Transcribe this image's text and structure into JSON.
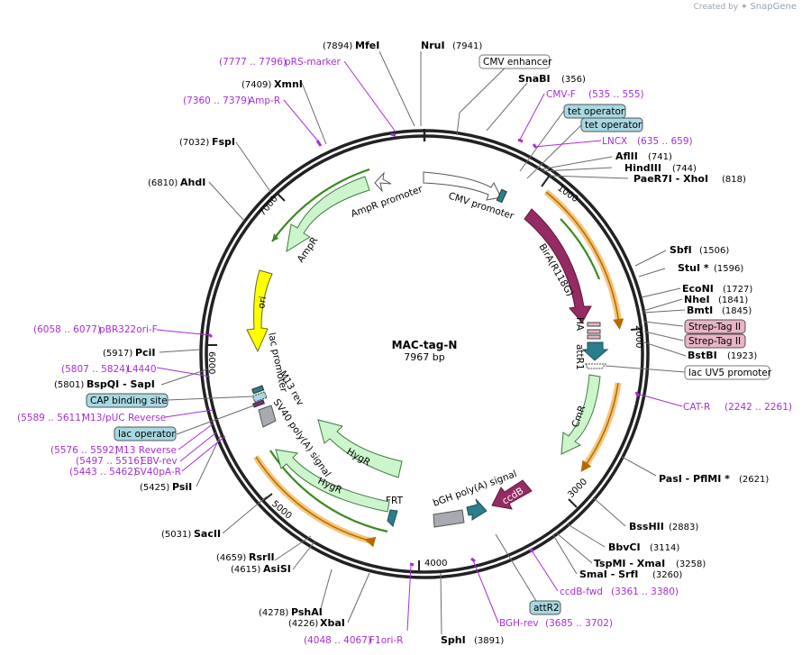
{
  "credit": {
    "text": "Created by",
    "brand": "SnapGene"
  },
  "plasmid": {
    "name": "MAC-tag-N",
    "length_label": "7967 bp",
    "length": 7967
  },
  "colors": {
    "backbone": "#222222",
    "primer": "#a62fd6",
    "green_feature": "#ccf5cc",
    "yellow_feature": "#ffff00",
    "maroon_feature": "#962a63",
    "teal_feature": "#2b7e8c",
    "grey_feature": "#a7aab0",
    "orange_track": "#f6c57a",
    "green_track": "#3a8a1f",
    "box_blue": "#a8d8e2",
    "box_pink": "#e8b4c6"
  },
  "scale_ticks": [
    "1000",
    "2000",
    "3000",
    "4000",
    "5000",
    "6000",
    "7000"
  ],
  "enzymes": [
    {
      "name": "MfeI",
      "pos": "(7894)",
      "side": "left"
    },
    {
      "name": "NruI",
      "pos": "(7941)",
      "side": "right"
    },
    {
      "name": "SnaBI",
      "pos": "(356)",
      "side": "right"
    },
    {
      "name": "AflII",
      "pos": "(741)",
      "side": "right"
    },
    {
      "name": "HindIII",
      "pos": "(744)",
      "side": "right"
    },
    {
      "name": "PaeR7I  - XhoI",
      "pos": "(818)",
      "side": "right"
    },
    {
      "name": "SbfI",
      "pos": "(1506)",
      "side": "right"
    },
    {
      "name": "StuI *",
      "pos": "(1596)",
      "side": "right"
    },
    {
      "name": "EcoNI",
      "pos": "(1727)",
      "side": "right"
    },
    {
      "name": "NheI",
      "pos": "(1841)",
      "side": "right"
    },
    {
      "name": "BmtI",
      "pos": "(1845)",
      "side": "right"
    },
    {
      "name": "BstBI",
      "pos": "(1923)",
      "side": "right"
    },
    {
      "name": "PasI  - PflMI *",
      "pos": "(2621)",
      "side": "right"
    },
    {
      "name": "BssHII",
      "pos": "(2883)",
      "side": "right"
    },
    {
      "name": "BbvCI",
      "pos": "(3114)",
      "side": "right"
    },
    {
      "name": "TspMI  - XmaI",
      "pos": "(3258)",
      "side": "right"
    },
    {
      "name": "SmaI  - SrfI",
      "pos": "(3260)",
      "side": "right"
    },
    {
      "name": "SphI",
      "pos": "(3891)",
      "side": "right"
    },
    {
      "name": "XbaI",
      "pos": "(4226)",
      "side": "left"
    },
    {
      "name": "PshAI",
      "pos": "(4278)",
      "side": "left"
    },
    {
      "name": "AsiSI",
      "pos": "(4615)",
      "side": "left"
    },
    {
      "name": "RsrII",
      "pos": "(4659)",
      "side": "left"
    },
    {
      "name": "SacII",
      "pos": "(5031)",
      "side": "left"
    },
    {
      "name": "PsiI",
      "pos": "(5425)",
      "side": "left"
    },
    {
      "name": "BspQI  - SapI",
      "pos": "(5801)",
      "side": "left"
    },
    {
      "name": "PciI",
      "pos": "(5917)",
      "side": "left"
    },
    {
      "name": "AhdI",
      "pos": "(6810)",
      "side": "left"
    },
    {
      "name": "FspI",
      "pos": "(7032)",
      "side": "left"
    },
    {
      "name": "XmnI",
      "pos": "(7409)",
      "side": "left"
    }
  ],
  "primers": [
    {
      "name": "pRS-marker",
      "range": "(7777 .. 7796)",
      "side": "left"
    },
    {
      "name": "Amp-R",
      "range": "(7360 .. 7379)",
      "side": "left"
    },
    {
      "name": "CMV-F",
      "range": "(535 .. 555)",
      "side": "right"
    },
    {
      "name": "LNCX",
      "range": "(635 .. 659)",
      "side": "right"
    },
    {
      "name": "CAT-R",
      "range": "(2242 .. 2261)",
      "side": "right"
    },
    {
      "name": "ccdB-fwd",
      "range": "(3361 .. 3380)",
      "side": "right"
    },
    {
      "name": "BGH-rev",
      "range": "(3685 .. 3702)",
      "side": "right"
    },
    {
      "name": "F1ori-R",
      "range": "(4048 .. 4067)",
      "side": "left"
    },
    {
      "name": "pBR322ori-F",
      "range": "(6058 .. 6077)",
      "side": "left"
    },
    {
      "name": "L4440",
      "range": "(5807 .. 5824)",
      "side": "left"
    },
    {
      "name": "M13/pUC Reverse",
      "range": "(5589 .. 5611)",
      "side": "left"
    },
    {
      "name": "M13 Reverse",
      "range": "(5576 .. 5592)",
      "side": "left"
    },
    {
      "name": "EBV-rev",
      "range": "(5497 .. 5516)",
      "side": "left"
    },
    {
      "name": "SV40pA-R",
      "range": "(5443 .. 5462)",
      "side": "left"
    }
  ],
  "boxed_labels": {
    "cmv_enhancer": "CMV enhancer",
    "tet_operator_1": "tet operator",
    "tet_operator_2": "tet operator",
    "strep_tag_1": "Strep-Tag II",
    "strep_tag_2": "Strep-Tag II",
    "lac_uv5": "lac UV5 promoter",
    "attr2": "attR2",
    "cap_binding": "CAP binding site",
    "lac_operator": "lac operator"
  },
  "features": {
    "cmv_promoter": "CMV promoter",
    "bira": "BirA(R118G)",
    "ha": "HA",
    "attr1": "attR1",
    "cmr": "CmR",
    "ccdb": "ccdB",
    "bgh": "bGH poly(A) signal",
    "frt": "FRT",
    "hygr_inner": "HygR",
    "hygr_outer": "HygR",
    "sv40": "SV40 poly(A) signal",
    "m13rev": "M13 rev",
    "lac_promoter": "lac promoter",
    "ori": "ori",
    "ampr": "AmpR",
    "ampr_promoter": "AmpR promoter"
  }
}
